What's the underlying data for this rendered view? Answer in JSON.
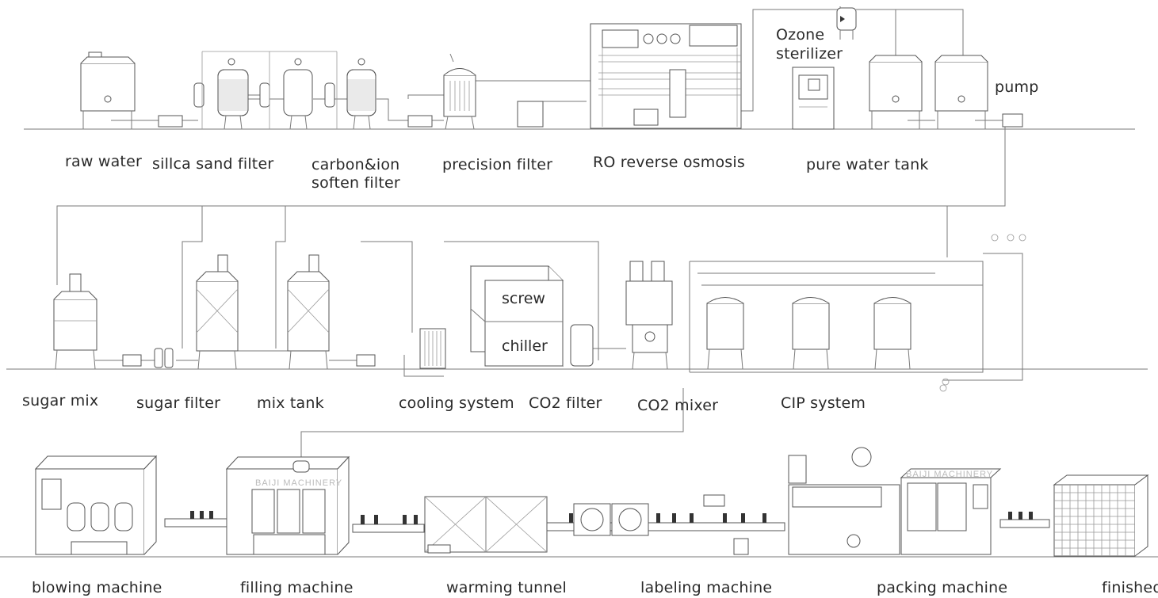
{
  "stage1_labels": {
    "raw_water": "raw water",
    "sand_filter": "sillca sand filter",
    "carbon_filter_line1": "carbon&ion",
    "carbon_filter_line2": "soften filter",
    "precision_filter": "precision filter",
    "ro": "RO reverse osmosis",
    "pure_water_tank": "pure water tank",
    "ozone_line1": "Ozone",
    "ozone_line2": "sterilizer",
    "pump": "pump"
  },
  "stage2_labels": {
    "sugar_mix": "sugar mix",
    "sugar_filter": "sugar filter",
    "mix_tank": "mix tank",
    "cooling_system": "cooling system",
    "co2_filter": "CO2 filter",
    "co2_mixer": "CO2 mixer",
    "cip_system": "CIP system",
    "screw": "screw",
    "chiller": "chiller"
  },
  "stage3_labels": {
    "blowing_machine": "blowing machine",
    "filling_machine": "filling machine",
    "warming_tunnel": "warming tunnel",
    "labeling_machine": "labeling machine",
    "packing_machine": "packing machine",
    "finished": "finished"
  },
  "brand": {
    "filling_logo": "BAIJI MACHINERY",
    "packing_logo": "BAIJI MACHINERY"
  }
}
